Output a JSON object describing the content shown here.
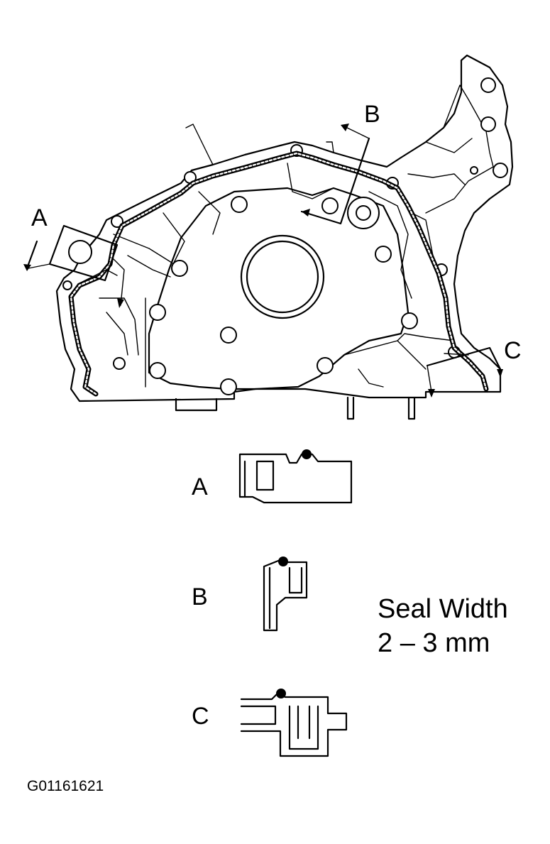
{
  "labels": {
    "A": "A",
    "B": "B",
    "C": "C"
  },
  "sections": [
    {
      "id": "A",
      "label": "A"
    },
    {
      "id": "B",
      "label": "B"
    },
    {
      "id": "C",
      "label": "C"
    }
  ],
  "note": {
    "line1": "Seal Width",
    "line2": "2 – 3 mm"
  },
  "figure_code": "G01161621"
}
